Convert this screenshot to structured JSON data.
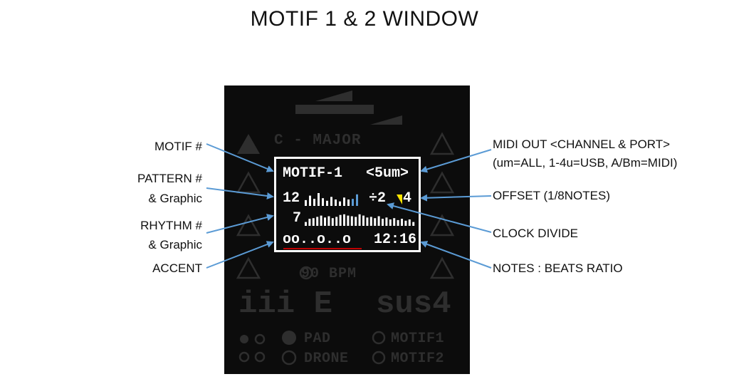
{
  "title": "MOTIF 1 & 2 WINDOW",
  "device": {
    "scale": "C - MAJOR",
    "bpm": "90 BPM",
    "chord_left": "iii E",
    "chord_right": "sus4",
    "buttons": {
      "pad": "PAD",
      "drone": "DRONE",
      "motif1": "MOTIF1",
      "motif2": "MOTIF2"
    }
  },
  "screen": {
    "motif": "MOTIF-1",
    "midi_out": "<5um>",
    "pattern_number": "12",
    "pattern_bars": [
      0.45,
      0.8,
      0.55,
      1.0,
      0.6,
      0.4,
      0.7,
      0.5,
      0.35,
      0.65,
      0.5,
      0.55,
      0.9
    ],
    "clock_divide": "÷2",
    "offset": "4",
    "rhythm_number": "7",
    "rhythm_bars": [
      0.3,
      0.55,
      0.6,
      0.7,
      0.8,
      0.65,
      0.75,
      0.6,
      0.7,
      0.85,
      0.9,
      0.8,
      0.75,
      0.7,
      0.9,
      0.8,
      0.65,
      0.7,
      0.6,
      0.75,
      0.55,
      0.65,
      0.5,
      0.6,
      0.45,
      0.55,
      0.4,
      0.5,
      0.3
    ],
    "accent": "oo..o..o",
    "ratio": "12:16"
  },
  "annotations": {
    "motif": "MOTIF #",
    "pattern_1": "PATTERN #",
    "pattern_2": "& Graphic",
    "rhythm_1": "RHYTHM #",
    "rhythm_2": "& Graphic",
    "accent": "ACCENT",
    "midi_1": "MIDI OUT <CHANNEL & PORT>",
    "midi_2": "(um=ALL,  1-4u=USB,  A/Bm=MIDI)",
    "offset": "OFFSET (1/8NOTES)",
    "clock": "CLOCK DIVIDE",
    "notes": "NOTES : BEATS RATIO"
  },
  "colors": {
    "arrow": "#5b9bd5",
    "screen_text": "#ffffff",
    "dim_text": "#2e2e2e",
    "highlight_bar": "#5b9bd5",
    "offset_marker": "#ffe600",
    "accent_underline": "#c00000"
  }
}
